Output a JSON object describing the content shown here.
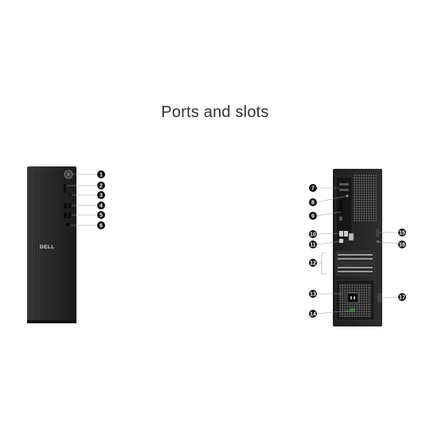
{
  "page": {
    "title": "Ports and slots"
  },
  "front_view": {
    "logo": "DELL",
    "callouts": [
      "1",
      "2",
      "3",
      "4",
      "5",
      "6"
    ]
  },
  "rear_view": {
    "callouts": [
      "7",
      "8",
      "9",
      "10",
      "11",
      "12",
      "13",
      "14",
      "15",
      "16",
      "17"
    ]
  },
  "colors": {
    "chassis": "#2b2b2b",
    "callout": "#111111",
    "leader": "#9a9a9a"
  }
}
